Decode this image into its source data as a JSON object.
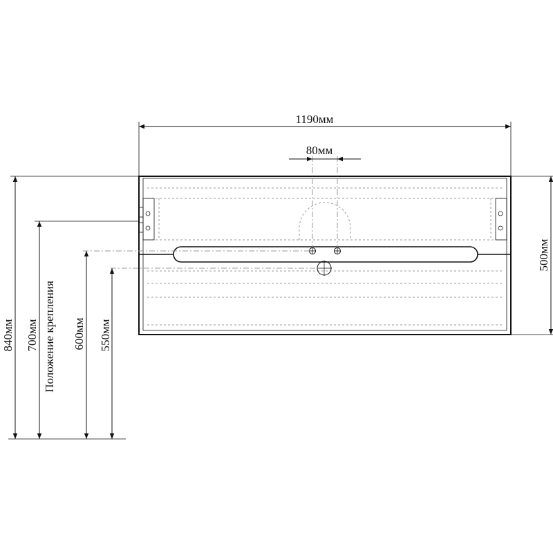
{
  "dimensions": {
    "width": "1190мм",
    "spacing": "80мм",
    "height": "500мм",
    "h840": "840мм",
    "h700": "700мм",
    "mount_label": "Положение крепления",
    "h600": "600мм",
    "h550": "550мм"
  }
}
